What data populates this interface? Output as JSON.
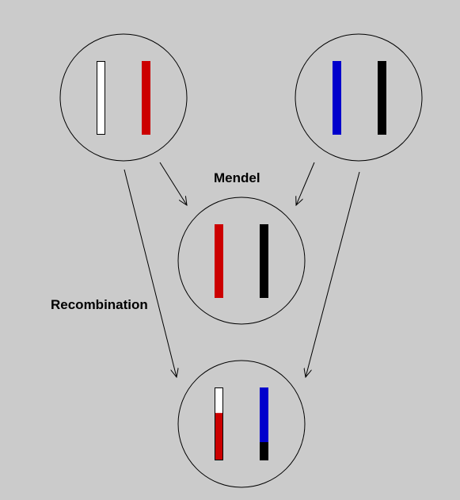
{
  "labels": {
    "mendel": "Mendel",
    "recombination": "Recombination"
  },
  "colors": {
    "background": "#cbcbcb",
    "outline": "#000000",
    "white_chromosome": "#ffffff",
    "red_chromosome": "#cc0000",
    "blue_chromosome": "#0000cc",
    "black_chromosome": "#000000"
  },
  "cells": [
    {
      "id": "parent-left",
      "chromosomes": [
        {
          "id": "white",
          "segments": [
            {
              "color": "#ffffff",
              "fraction": 1
            }
          ]
        },
        {
          "id": "red",
          "segments": [
            {
              "color": "#cc0000",
              "fraction": 1
            }
          ]
        }
      ]
    },
    {
      "id": "parent-right",
      "chromosomes": [
        {
          "id": "blue",
          "segments": [
            {
              "color": "#0000cc",
              "fraction": 1
            }
          ]
        },
        {
          "id": "black",
          "segments": [
            {
              "color": "#000000",
              "fraction": 1
            }
          ]
        }
      ]
    },
    {
      "id": "offspring-mendel",
      "chromosomes": [
        {
          "id": "red",
          "segments": [
            {
              "color": "#cc0000",
              "fraction": 1
            }
          ]
        },
        {
          "id": "black",
          "segments": [
            {
              "color": "#000000",
              "fraction": 1
            }
          ]
        }
      ]
    },
    {
      "id": "offspring-recombination",
      "chromosomes": [
        {
          "id": "white-red",
          "segments": [
            {
              "color": "#ffffff",
              "fraction": 0.35
            },
            {
              "color": "#cc0000",
              "fraction": 0.65
            }
          ]
        },
        {
          "id": "blue-black",
          "segments": [
            {
              "color": "#0000cc",
              "fraction": 0.75
            },
            {
              "color": "#000000",
              "fraction": 0.25
            }
          ]
        }
      ]
    }
  ]
}
